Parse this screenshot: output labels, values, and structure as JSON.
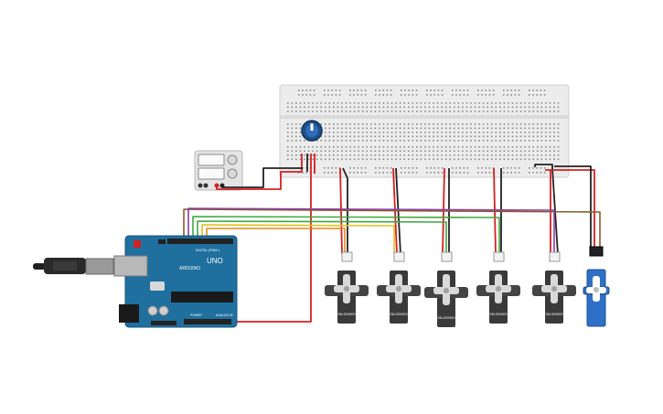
{
  "arduino": {
    "brand_text": "ARDUINO",
    "model_text": "UNO",
    "digital_label": "DIGITAL (PWM~)",
    "power_label": "POWER",
    "analog_label": "ANALOG IN"
  },
  "servos": [
    {
      "id": "servo-1",
      "label": "SM-S2090S"
    },
    {
      "id": "servo-2",
      "label": "SM-S2090S"
    },
    {
      "id": "servo-3",
      "label": "SM-S2090S"
    },
    {
      "id": "servo-4",
      "label": "SM-S2090S"
    },
    {
      "id": "servo-5",
      "label": "SM-S2090S"
    }
  ],
  "micro_servo": {
    "id": "micro-servo"
  },
  "colors": {
    "wire_red": "#d62020",
    "wire_black": "#222222",
    "wire_orange": "#e08a1e",
    "wire_yellow": "#e0c21e",
    "wire_green": "#3fa83f",
    "wire_purple": "#8a3fa8",
    "wire_brown": "#8a5a2a",
    "arduino_blue": "#1f6f9f",
    "servo_body": "#3a3a3a",
    "micro_servo_blue": "#2f6fc6",
    "breadboard": "#e8e8e8"
  }
}
